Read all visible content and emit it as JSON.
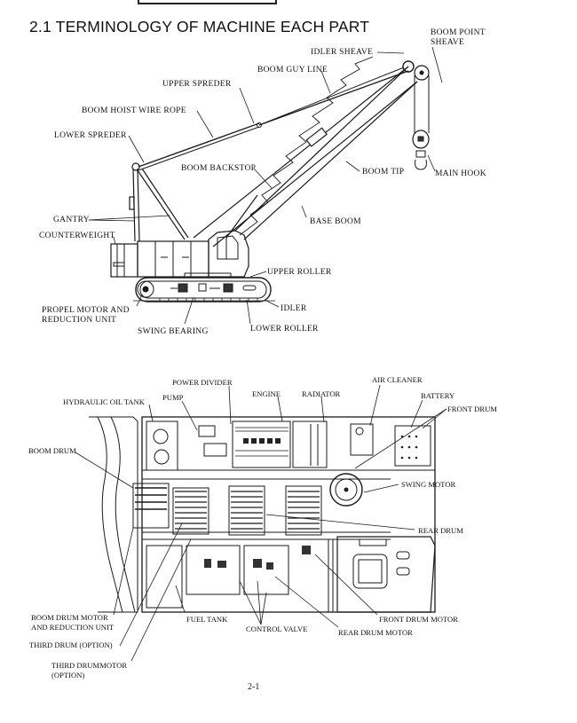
{
  "section": {
    "number": "2.1",
    "title": "2.1  TERMINOLOGY OF MACHINE EACH PART"
  },
  "crane_side_view": {
    "labels": {
      "boom_point_sheave": [
        "BOOM POINT",
        "SHEAVE"
      ],
      "idler_sheave": "IDLER  SHEAVE",
      "boom_guy_line": "BOOM GUY LINE",
      "upper_spreder": "UPPER  SPREDER",
      "boom_hoist_wire_rope": "BOOM  HOIST  WIRE ROPE",
      "lower_spreder": "LOWER  SPREDER",
      "boom_backstop": "BOOM BACKSTOP",
      "boom_tip": "BOOM TIP",
      "main_hook": "MAIN HOOK",
      "gantry": "GANTRY",
      "counterweight": "COUNTERWEIGHT",
      "base_boom": "BASE  BOOM",
      "upper_roller": "UPPER  ROLLER",
      "propel_motor": [
        "PROPEL  MOTOR  AND",
        "REDUCTION  UNIT"
      ],
      "idler": "IDLER",
      "swing_bearing": "SWING BEARING",
      "lower_roller": "LOWER  ROLLER"
    }
  },
  "upper_structure_plan_view": {
    "labels": {
      "power_divider": "POWER DIVIDER",
      "air_cleaner": "AIR CLEANER",
      "hydraulic_oil_tank": "HYDRAULIC OIL TANK",
      "pump": "PUMP",
      "engine": "ENGINE",
      "radiator": "RADIATOR",
      "battery": "BATTERY",
      "front_drum": "FRONT DRUM",
      "boom_drum": "BOOM DRUM",
      "swing_motor": "SWING MOTOR",
      "rear_drum": "REAR DRUM",
      "boom_drum_motor": [
        "BOOM DRUM MOTOR",
        "AND REDUCTION UNIT"
      ],
      "fuel_tank": "FUEL TANK",
      "front_drum_motor": "FRONT DRUM MOTOR",
      "control_valve": "CONTROL VALVE",
      "rear_drum_motor": "REAR DRUM MOTOR",
      "third_drum": "THIRD DRUM (OPTION)",
      "third_drum_motor": [
        "THIRD DRUMMOTOR",
        "(OPTION)"
      ]
    }
  },
  "footer": {
    "page_number": "2-1"
  }
}
